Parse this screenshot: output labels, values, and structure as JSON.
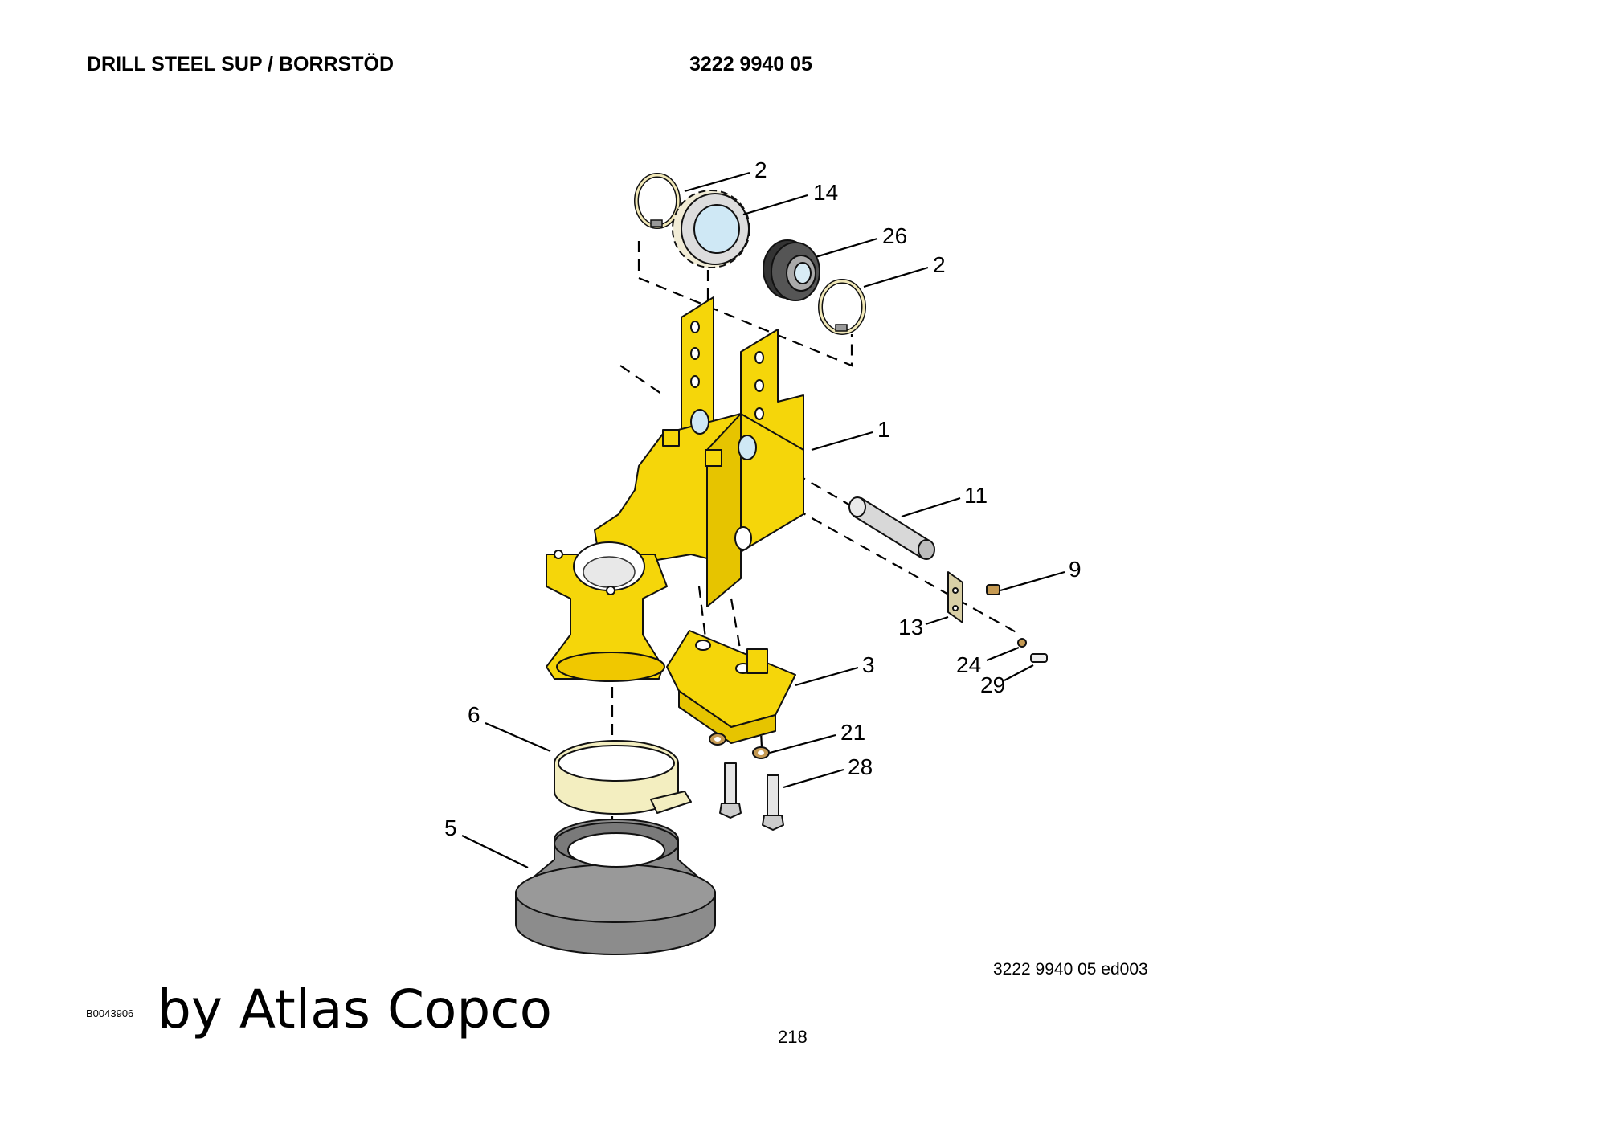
{
  "header": {
    "title": "DRILL STEEL SUP / BORRSTÖD",
    "part_number": "3222 9940 05"
  },
  "diagram": {
    "callouts": [
      "2",
      "14",
      "26",
      "2",
      "1",
      "11",
      "9",
      "13",
      "24",
      "29",
      "3",
      "21",
      "28",
      "6",
      "5"
    ],
    "colors": {
      "frame": "#f5d60a",
      "rubber": "#8c8c8c",
      "clamp": "#f3eec0",
      "washer": "#c69a52",
      "bracket": "#d8cfa6",
      "pin": "#d8d8d8"
    }
  },
  "footer": {
    "drawing_ref": "3222 9940 05 ed003",
    "image_id": "B0043906",
    "by_line": "by Atlas Copco",
    "page_number": "218"
  }
}
